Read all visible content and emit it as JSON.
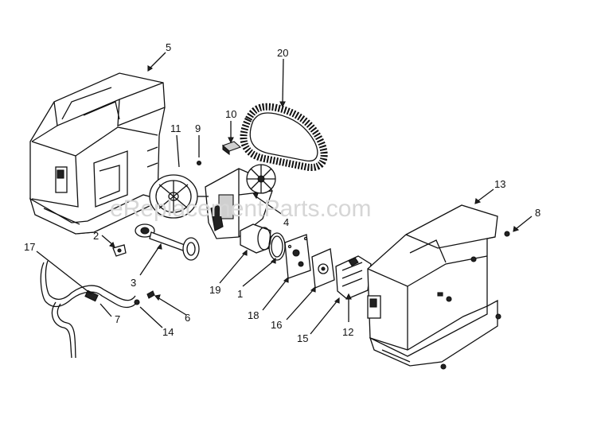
{
  "watermark": "eReplacementParts.com",
  "labels": {
    "p1": "1",
    "p2": "2",
    "p3": "3",
    "p4": "4",
    "p5": "5",
    "p6": "6",
    "p7": "7",
    "p8": "8",
    "p9": "9",
    "p10": "10",
    "p11": "11",
    "p12": "12",
    "p13": "13",
    "p14": "14",
    "p15": "15",
    "p16": "16",
    "p17": "17",
    "p18": "18",
    "p19": "19",
    "p20": "20"
  }
}
